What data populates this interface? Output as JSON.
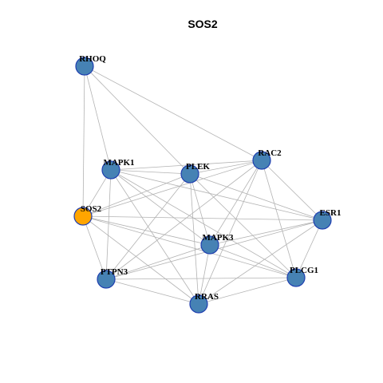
{
  "title": "SOS2",
  "colors": {
    "background": "#ffffff",
    "node_default": "#4682b4",
    "node_focus": "#ffa500",
    "node_border": "#1f3fb0",
    "edge": "#b3b3b3"
  },
  "nodes": [
    {
      "id": "RHOQ",
      "label": "RHOQ",
      "focus": false
    },
    {
      "id": "MAPK1",
      "label": "MAPK1",
      "focus": false
    },
    {
      "id": "PLEK",
      "label": "PLEK",
      "focus": false
    },
    {
      "id": "RAC2",
      "label": "RAC2",
      "focus": false
    },
    {
      "id": "SOS2",
      "label": "SOS2",
      "focus": true
    },
    {
      "id": "ESR1",
      "label": "ESR1",
      "focus": false
    },
    {
      "id": "MAPK3",
      "label": "MAPK3",
      "focus": false
    },
    {
      "id": "PTPN3",
      "label": "PTPN3",
      "focus": false
    },
    {
      "id": "PLCG1",
      "label": "PLCG1",
      "focus": false
    },
    {
      "id": "RRAS",
      "label": "RRAS",
      "focus": false
    }
  ],
  "edges": [
    [
      "RHOQ",
      "SOS2"
    ],
    [
      "RHOQ",
      "MAPK1"
    ],
    [
      "RHOQ",
      "PLEK"
    ],
    [
      "RHOQ",
      "RAC2"
    ],
    [
      "MAPK1",
      "PLEK"
    ],
    [
      "MAPK1",
      "RAC2"
    ],
    [
      "MAPK1",
      "SOS2"
    ],
    [
      "MAPK1",
      "ESR1"
    ],
    [
      "MAPK1",
      "MAPK3"
    ],
    [
      "MAPK1",
      "PTPN3"
    ],
    [
      "MAPK1",
      "RRAS"
    ],
    [
      "MAPK1",
      "PLCG1"
    ],
    [
      "PLEK",
      "RAC2"
    ],
    [
      "PLEK",
      "SOS2"
    ],
    [
      "PLEK",
      "ESR1"
    ],
    [
      "PLEK",
      "MAPK3"
    ],
    [
      "PLEK",
      "PTPN3"
    ],
    [
      "PLEK",
      "RRAS"
    ],
    [
      "PLEK",
      "PLCG1"
    ],
    [
      "RAC2",
      "SOS2"
    ],
    [
      "RAC2",
      "ESR1"
    ],
    [
      "RAC2",
      "MAPK3"
    ],
    [
      "RAC2",
      "PTPN3"
    ],
    [
      "RAC2",
      "RRAS"
    ],
    [
      "RAC2",
      "PLCG1"
    ],
    [
      "SOS2",
      "ESR1"
    ],
    [
      "SOS2",
      "MAPK3"
    ],
    [
      "SOS2",
      "PTPN3"
    ],
    [
      "SOS2",
      "RRAS"
    ],
    [
      "SOS2",
      "PLCG1"
    ],
    [
      "ESR1",
      "MAPK3"
    ],
    [
      "ESR1",
      "PTPN3"
    ],
    [
      "ESR1",
      "RRAS"
    ],
    [
      "ESR1",
      "PLCG1"
    ],
    [
      "MAPK3",
      "PTPN3"
    ],
    [
      "MAPK3",
      "RRAS"
    ],
    [
      "MAPK3",
      "PLCG1"
    ],
    [
      "PTPN3",
      "RRAS"
    ],
    [
      "PTPN3",
      "PLCG1"
    ],
    [
      "RRAS",
      "PLCG1"
    ]
  ]
}
